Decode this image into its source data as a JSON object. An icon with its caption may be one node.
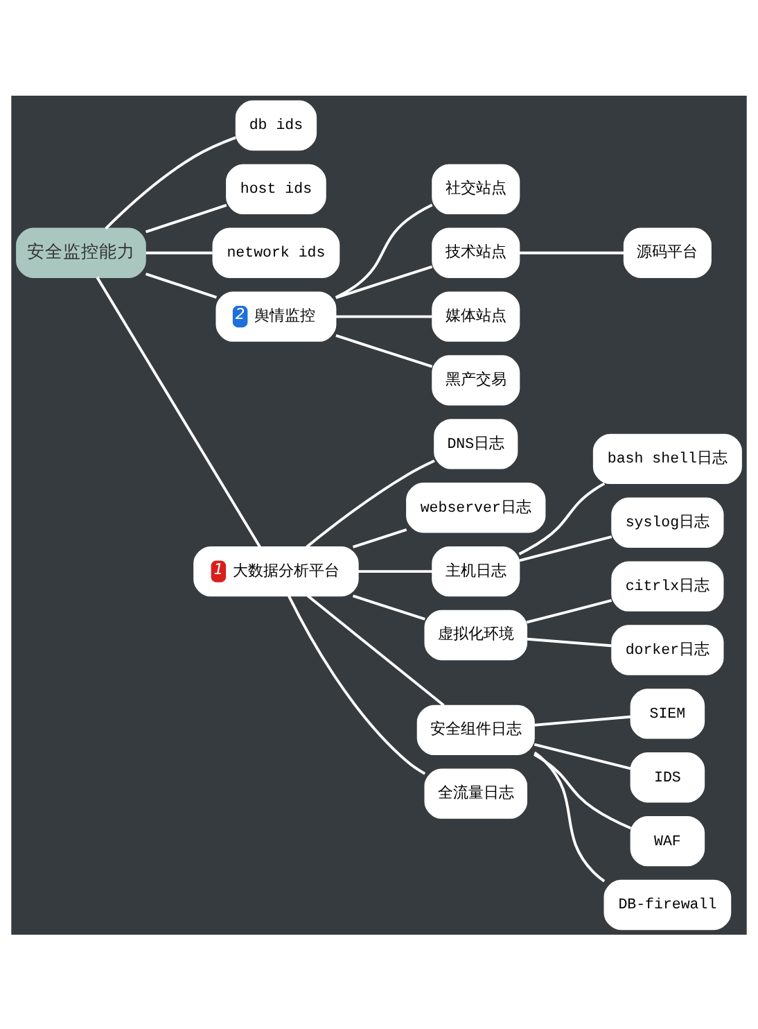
{
  "diagram": {
    "nodes": [
      {
        "text": [
          "安全监控能力"
        ]
      },
      {
        "text": [
          "db ids"
        ]
      },
      {
        "text": [
          "host ids"
        ]
      },
      {
        "text": [
          "network ids"
        ]
      },
      {
        "text": [
          "2",
          "舆情监控"
        ]
      },
      {
        "text": [
          "社交站点"
        ]
      },
      {
        "text": [
          "技术站点"
        ]
      },
      {
        "text": [
          "源码平台"
        ]
      },
      {
        "text": [
          "媒体站点"
        ]
      },
      {
        "text": [
          "黑产交易"
        ]
      },
      {
        "text": [
          "1",
          "大数据分析平台"
        ]
      },
      {
        "text": [
          "DNS日志"
        ]
      },
      {
        "text": [
          "webserver日志"
        ]
      },
      {
        "text": [
          "主机日志"
        ]
      },
      {
        "text": [
          "bash shell日志"
        ]
      },
      {
        "text": [
          "syslog日志"
        ]
      },
      {
        "text": [
          "虚拟化环境"
        ]
      },
      {
        "text": [
          "citrlx日志"
        ]
      },
      {
        "text": [
          "dorker日志"
        ]
      },
      {
        "text": [
          "安全组件日志"
        ]
      },
      {
        "text": [
          "SIEM"
        ]
      },
      {
        "text": [
          "IDS"
        ]
      },
      {
        "text": [
          "WAF"
        ]
      },
      {
        "text": [
          "DB-firewall"
        ]
      },
      {
        "text": [
          "全流量日志"
        ]
      }
    ],
    "edges": [
      {
        "from": 0,
        "to": 1,
        "arrow": "none"
      },
      {
        "from": 0,
        "to": 2,
        "arrow": "none"
      },
      {
        "from": 0,
        "to": 3,
        "arrow": "none"
      },
      {
        "from": 0,
        "to": 4,
        "arrow": "none"
      },
      {
        "from": 4,
        "to": 5,
        "arrow": "none"
      },
      {
        "from": 4,
        "to": 6,
        "arrow": "none"
      },
      {
        "from": 6,
        "to": 7,
        "arrow": "none"
      },
      {
        "from": 4,
        "to": 8,
        "arrow": "none"
      },
      {
        "from": 4,
        "to": 9,
        "arrow": "none"
      },
      {
        "from": 0,
        "to": 10,
        "arrow": "none"
      },
      {
        "from": 10,
        "to": 11,
        "arrow": "none"
      },
      {
        "from": 10,
        "to": 12,
        "arrow": "none"
      },
      {
        "from": 10,
        "to": 13,
        "arrow": "none"
      },
      {
        "from": 13,
        "to": 14,
        "arrow": "none"
      },
      {
        "from": 13,
        "to": 15,
        "arrow": "none"
      },
      {
        "from": 10,
        "to": 16,
        "arrow": "none"
      },
      {
        "from": 16,
        "to": 17,
        "arrow": "none"
      },
      {
        "from": 16,
        "to": 18,
        "arrow": "none"
      },
      {
        "from": 10,
        "to": 19,
        "arrow": "none"
      },
      {
        "from": 19,
        "to": 20,
        "arrow": "none"
      },
      {
        "from": 19,
        "to": 21,
        "arrow": "none"
      },
      {
        "from": 19,
        "to": 22,
        "arrow": "none"
      },
      {
        "from": 19,
        "to": 23,
        "arrow": "none"
      },
      {
        "from": 10,
        "to": 24,
        "arrow": "none"
      }
    ]
  }
}
